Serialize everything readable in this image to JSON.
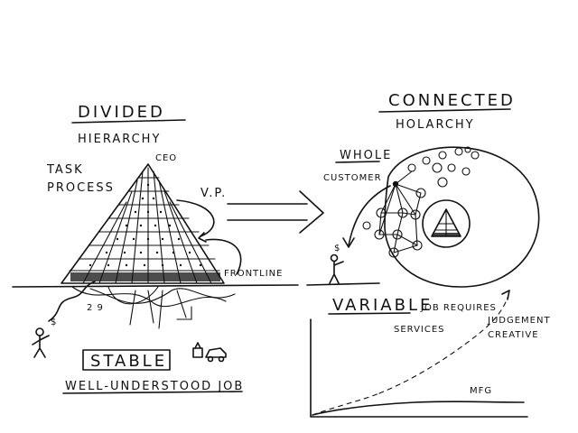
{
  "left": {
    "title": "DIVIDED",
    "subtitle": "HIERARCHY",
    "task_label_1": "TASK",
    "task_label_2": "PROCESS",
    "ceo": "CEO",
    "vp": "V.P.",
    "frontline": "FRONTLINE",
    "stable": "STABLE",
    "well_understood": "WELL-UNDERSTOOD JOB",
    "dollar_1": "$",
    "doodle_numbers": "2 9"
  },
  "right": {
    "title": "CONNECTED",
    "subtitle": "HOLARCHY",
    "whole": "WHOLE",
    "customer": "CUSTOMER",
    "dollar_2": "$",
    "variable": "VARIABLE",
    "job_requires": "JOB REQUIRES",
    "judgement": "JUDGEMENT",
    "creative": "CREATIVE",
    "services": "SERVICES",
    "mfg": "MFG"
  }
}
